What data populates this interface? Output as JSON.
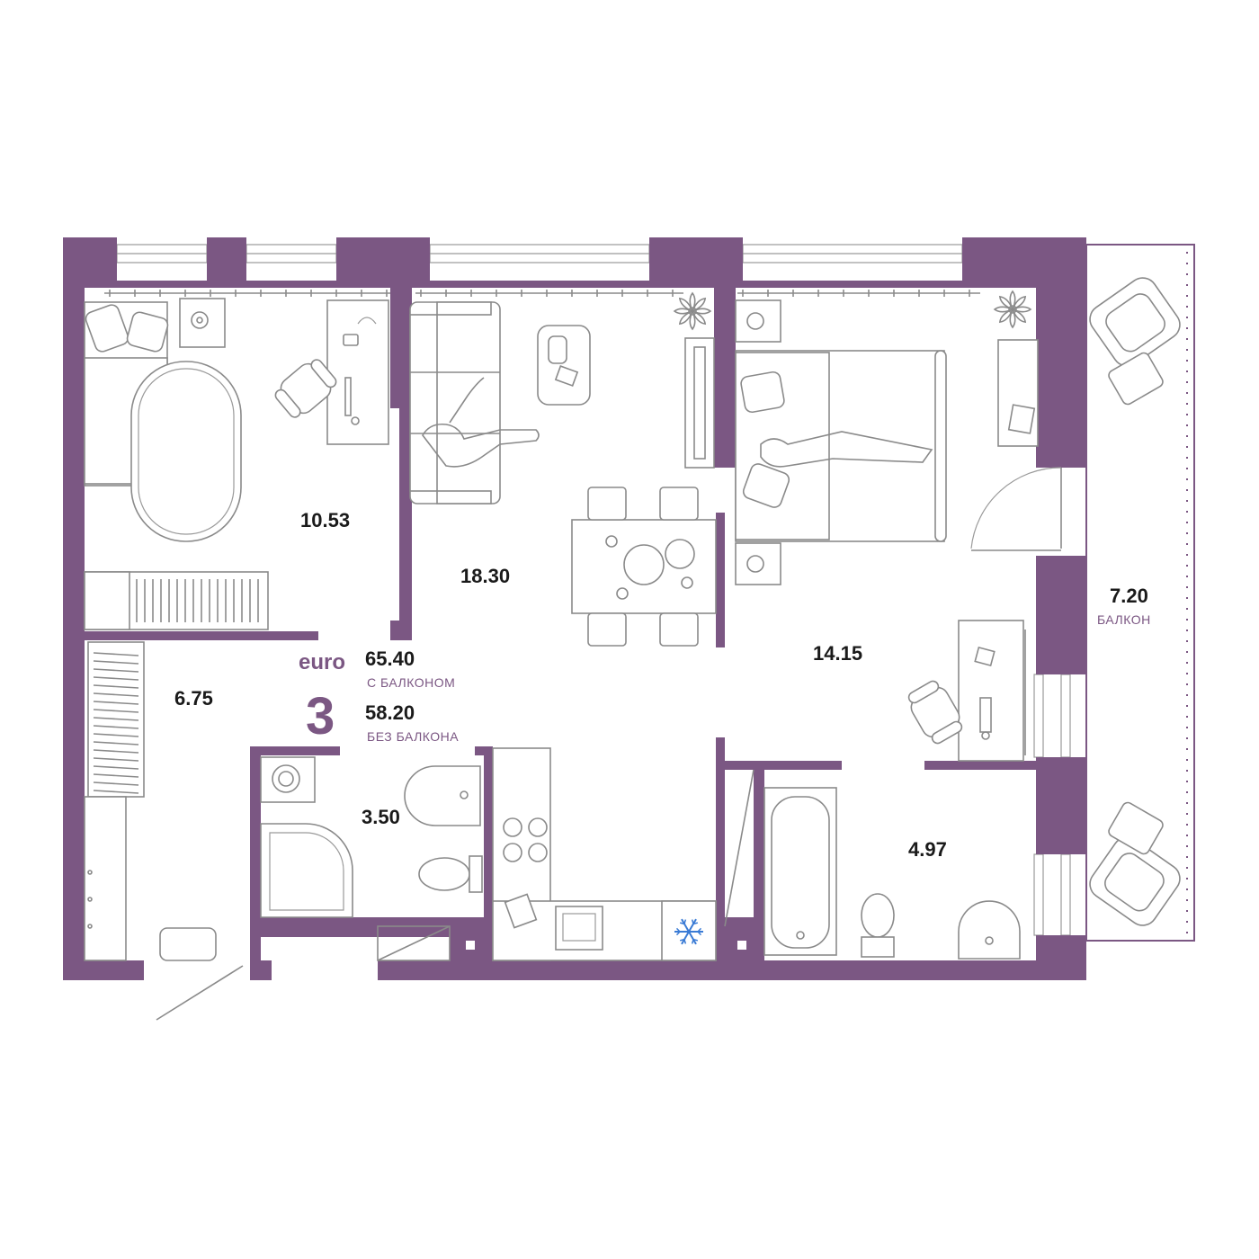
{
  "summary": {
    "brand": "euro",
    "rooms": "3",
    "area_with_balcony": "65.40",
    "with_balcony_label": "С БАЛКОНОМ",
    "area_without_balcony": "58.20",
    "without_balcony_label": "БЕЗ БАЛКОНА"
  },
  "rooms": {
    "bedroom_left": "10.53",
    "living": "18.30",
    "bedroom_right": "14.15",
    "hall": "6.75",
    "bath_small": "3.50",
    "bath_large": "4.97",
    "balcony": "7.20",
    "balcony_label": "БАЛКОН"
  },
  "colors": {
    "wall": "#7b5783",
    "furniture_line": "#8a8a8a",
    "snowflake": "#3a7bd5"
  },
  "icons": [
    "snowflake-icon",
    "plant-icon",
    "stove-icon",
    "sink-icon",
    "toilet-icon",
    "bathtub-icon",
    "washing-machine-icon",
    "shower-icon"
  ]
}
